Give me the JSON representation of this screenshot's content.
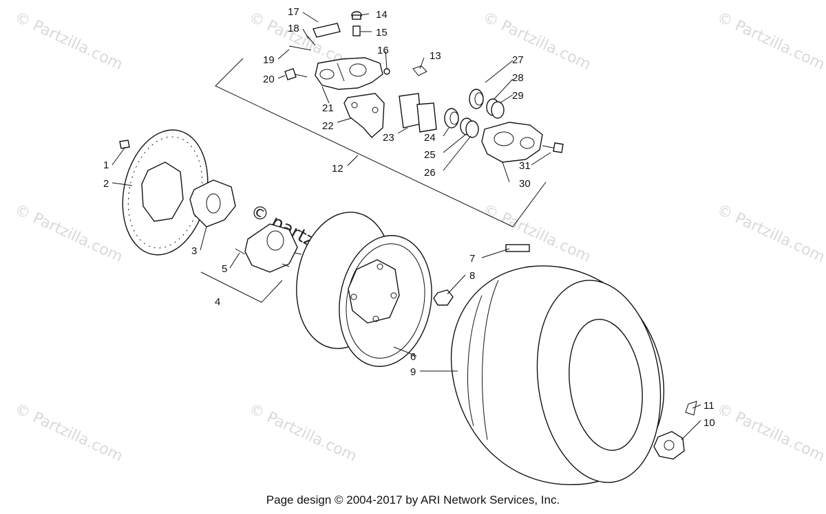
{
  "watermark": {
    "text": "© Partzilla.com",
    "overlay_text": "© partzilla.com"
  },
  "footer": {
    "text": "Page design © 2004-2017 by ARI Network Services, Inc."
  },
  "callouts": [
    {
      "id": "1",
      "label": "1"
    },
    {
      "id": "2",
      "label": "2"
    },
    {
      "id": "3",
      "label": "3"
    },
    {
      "id": "4",
      "label": "4"
    },
    {
      "id": "5",
      "label": "5"
    },
    {
      "id": "6",
      "label": "6"
    },
    {
      "id": "7",
      "label": "7"
    },
    {
      "id": "8",
      "label": "8"
    },
    {
      "id": "9",
      "label": "9"
    },
    {
      "id": "10",
      "label": "10"
    },
    {
      "id": "11",
      "label": "11"
    },
    {
      "id": "12",
      "label": "12"
    },
    {
      "id": "13",
      "label": "13"
    },
    {
      "id": "14",
      "label": "14"
    },
    {
      "id": "15",
      "label": "15"
    },
    {
      "id": "16",
      "label": "16"
    },
    {
      "id": "17",
      "label": "17"
    },
    {
      "id": "18",
      "label": "18"
    },
    {
      "id": "19",
      "label": "19"
    },
    {
      "id": "20",
      "label": "20"
    },
    {
      "id": "21",
      "label": "21"
    },
    {
      "id": "22",
      "label": "22"
    },
    {
      "id": "23",
      "label": "23"
    },
    {
      "id": "24",
      "label": "24"
    },
    {
      "id": "25",
      "label": "25"
    },
    {
      "id": "26",
      "label": "26"
    },
    {
      "id": "27",
      "label": "27"
    },
    {
      "id": "28",
      "label": "28"
    },
    {
      "id": "29",
      "label": "29"
    },
    {
      "id": "30",
      "label": "30"
    },
    {
      "id": "31",
      "label": "31"
    }
  ]
}
